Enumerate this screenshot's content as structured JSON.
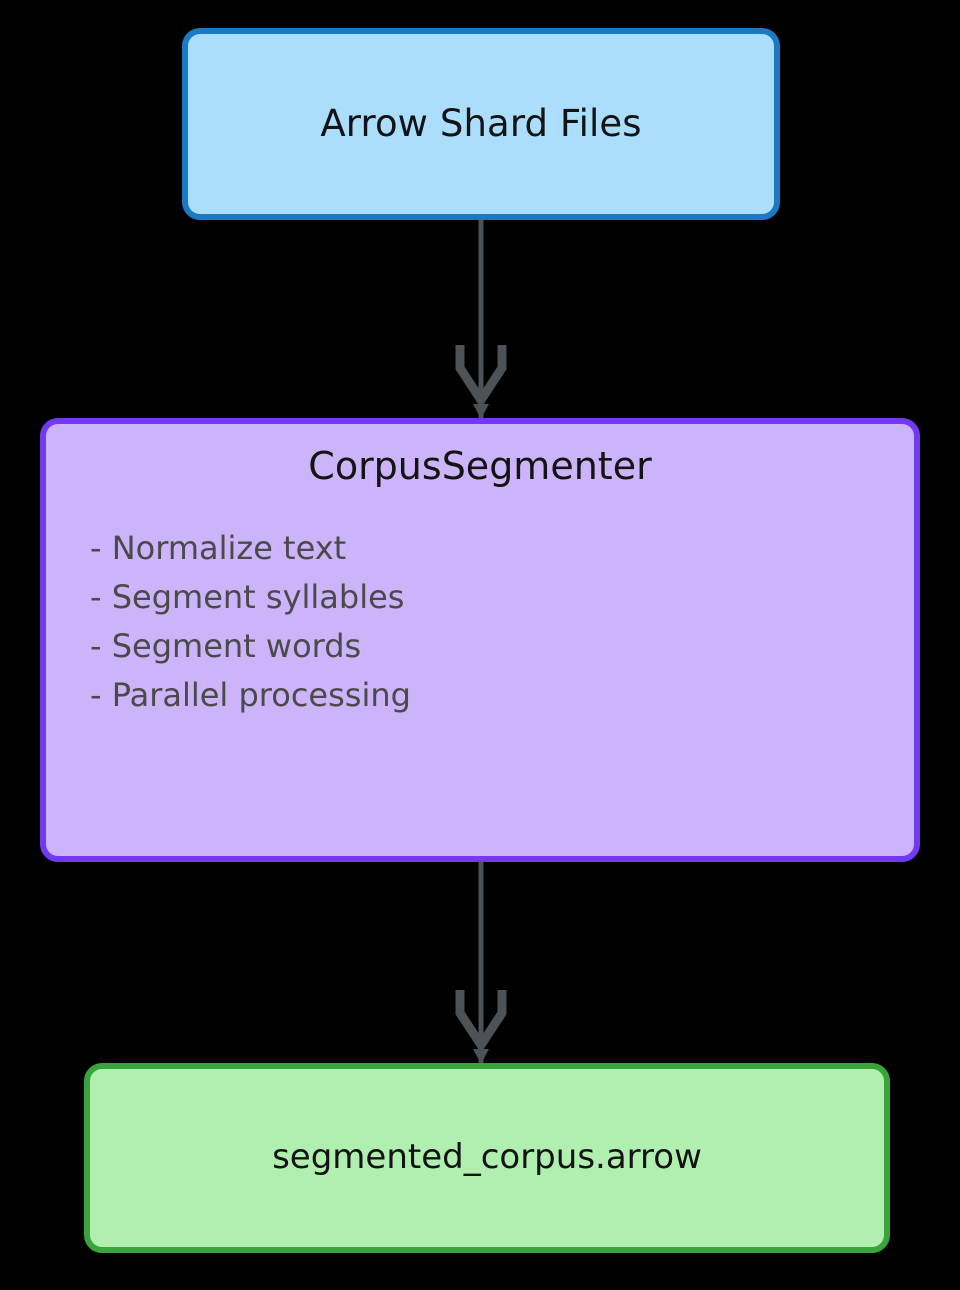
{
  "diagram": {
    "background_color": "#000000",
    "edge_color": "#4d5256",
    "direction": "top-to-bottom",
    "nodes": [
      {
        "id": "source",
        "shape": "rounded-rectangle",
        "title": "Arrow Shard Files",
        "fill_color": "#abdefd",
        "border_color": "#1b7ac4",
        "text_color": "#131313"
      },
      {
        "id": "process",
        "shape": "rounded-rectangle",
        "title": "CorpusSegmenter",
        "fill_color": "#ccb4fa",
        "border_color": "#7239f0",
        "text_color": "#141414",
        "bullet_color": "#4a4a4a",
        "bullets": [
          "- Normalize text",
          "- Segment syllables",
          "- Segment words",
          "- Parallel processing"
        ]
      },
      {
        "id": "output",
        "shape": "rounded-rectangle",
        "title": "segmented_corpus.arrow",
        "fill_color": "#b1efb1",
        "border_color": "#39a43c",
        "text_color": "#131313"
      }
    ],
    "edges": [
      {
        "id": "edge-source-process",
        "from": "source",
        "to": "process",
        "label": "",
        "arrowhead": "open-barb"
      },
      {
        "id": "edge-process-output",
        "from": "process",
        "to": "output",
        "label": "",
        "arrowhead": "open-barb"
      }
    ]
  }
}
